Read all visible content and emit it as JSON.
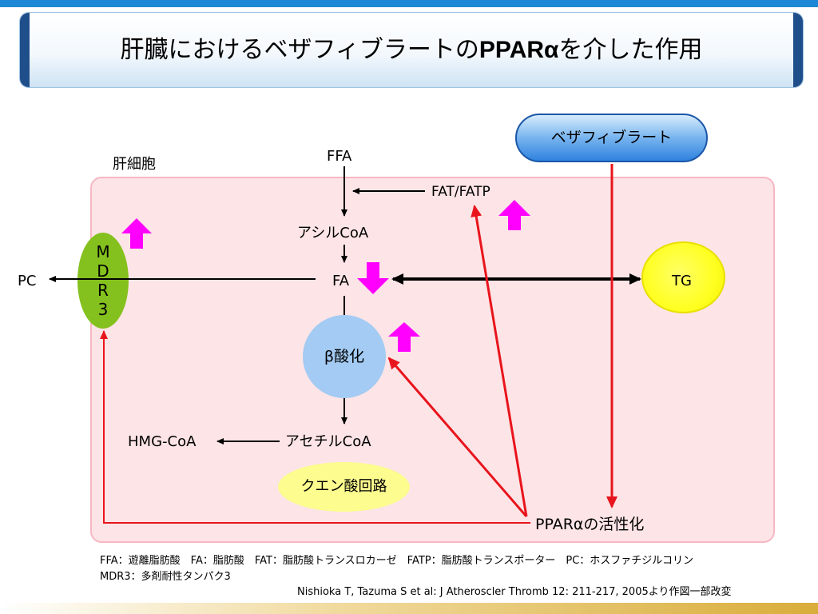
{
  "slide": {
    "title_part1": "肝臓におけるベザフィブラートの",
    "title_bold": "PPARα",
    "title_part2": "を介した作用"
  },
  "labels": {
    "liver_cell": "肝細胞",
    "ffa": "FFA",
    "fat_fatp": "FAT/FATP",
    "acyl_coa": "アシルCoA",
    "fa": "FA",
    "pc": "PC",
    "tg": "TG",
    "mdr3": [
      "M",
      "D",
      "R",
      "3"
    ],
    "beta_symbol": "β",
    "beta_oxidation": "酸化",
    "hmg_coa": "HMG-CoA",
    "acetyl_coa": "アセチルCoA",
    "citric_cycle": "クエン酸回路",
    "bezafibrate": "ベザフィブラート",
    "ppar_activation": "PPARαの活性化"
  },
  "footnotes": {
    "line1": "FFA：遊離脂肪酸　FA：脂肪酸　FAT：脂肪酸トランスロカーゼ　FATP：脂肪酸トランスポーター　PC：ホスファチジルコリン",
    "line2": "MDR3：多剤耐性タンパク3",
    "citation": "Nishioka T, Tazuma S et al: J Atheroscler Thromb 12: 211-217, 2005より作図一部改変"
  },
  "colors": {
    "activation_arrow": "#e8141c",
    "regulation_arrow": "#ff00ff",
    "title_accent": "#1f4f8a",
    "cell_fill": "#fde4e6",
    "mdr3_fill": "#84c11e",
    "tg_fill": "#ffff22",
    "beta_fill": "#a3cbf3",
    "citrate_fill": "#fcfc8f"
  },
  "regulation": {
    "fat_fatp": "up",
    "mdr3": "up",
    "fa": "down",
    "beta_oxidation": "up"
  }
}
